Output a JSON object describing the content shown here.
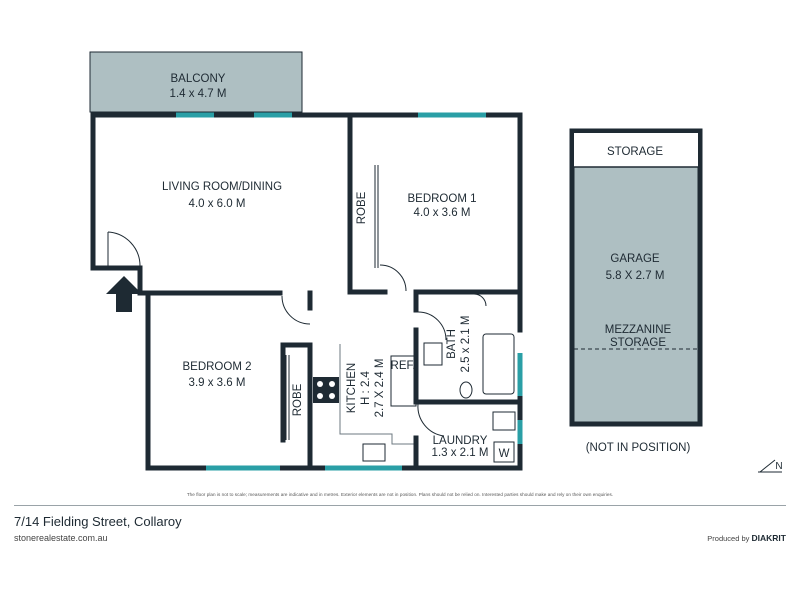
{
  "rooms": {
    "balcony": {
      "name": "BALCONY",
      "size": "1.4 x 4.7 M"
    },
    "living": {
      "name": "LIVING ROOM/DINING",
      "size": "4.0 x 6.0 M"
    },
    "bedroom1": {
      "name": "BEDROOM 1",
      "size": "4.0 x 3.6 M"
    },
    "bedroom2": {
      "name": "BEDROOM 2",
      "size": "3.9 x 3.6 M"
    },
    "kitchen": {
      "name": "KITCHEN",
      "height": "H : 2.4",
      "size": "2.7 X 2.4 M"
    },
    "bath": {
      "name": "BATH",
      "size": "2.5 x 2.1 M"
    },
    "laundry": {
      "name": "LAUNDRY",
      "size": "1.3 x 2.1 M"
    },
    "storage": {
      "name": "STORAGE"
    },
    "garage": {
      "name": "GARAGE",
      "size": "5.8 X 2.7 M"
    },
    "mezzanine": {
      "line1": "MEZZANINE",
      "line2": "STORAGE"
    }
  },
  "fixtures": {
    "robe": "ROBE",
    "ref": "REF.",
    "washer": "W"
  },
  "garage_note": "(NOT IN POSITION)",
  "compass": "N",
  "disclaimer": "The floor plan is not to scale; measurements are indicative and in metres. Exterior elements are not in position. Plans should not be relied on. Interested parties should make and rely on their own enquiries.",
  "footer": {
    "address": "7/14 Fielding Street, Collaroy",
    "website": "stonerealestate.com.au",
    "credit_prefix": "Produced by",
    "credit_brand": "DIAKRIT"
  },
  "colors": {
    "wall": "#1e2a33",
    "fill": "#aebfc2",
    "window": "#2a9fa6"
  }
}
